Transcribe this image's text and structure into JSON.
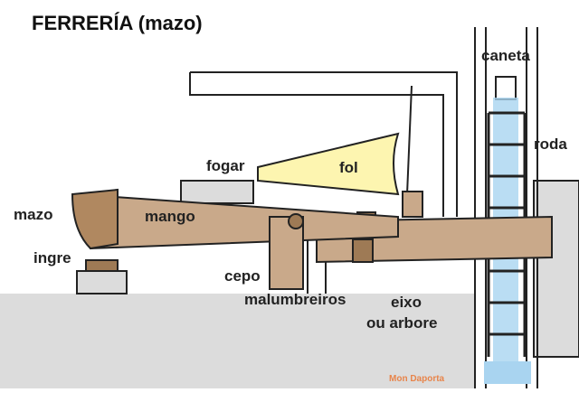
{
  "title": "FERRERÍA (mazo)",
  "labels": {
    "caneta": "caneta",
    "roda": "roda",
    "fogar": "fogar",
    "fol": "fol",
    "mazo": "mazo",
    "mango": "mango",
    "ingre": "ingre",
    "cepo": "cepo",
    "malumbreiros": "malumbreiros",
    "eixo": "eixo",
    "ou_arbore": "ou arbore"
  },
  "credit": "Mon Daporta",
  "colors": {
    "wood": "#c9a98a",
    "ground": "#dcdcdc",
    "water": "#a9d4f0",
    "bellows": "#fdf5b0",
    "credit": "#e8844a"
  }
}
